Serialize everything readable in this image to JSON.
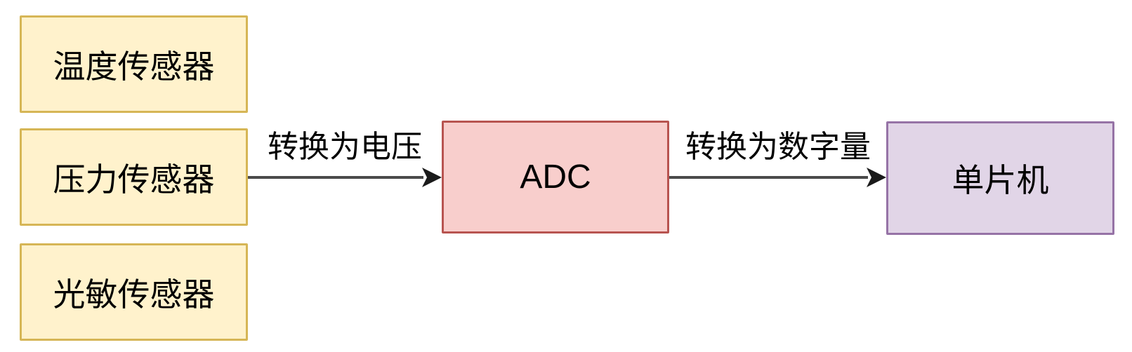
{
  "diagram": {
    "sensors": [
      {
        "label": "温度传感器"
      },
      {
        "label": "压力传感器"
      },
      {
        "label": "光敏传感器"
      }
    ],
    "adc": {
      "label": "ADC"
    },
    "mcu": {
      "label": "单片机"
    },
    "arrows": [
      {
        "label": "转换为电压",
        "from": "压力传感器",
        "to": "ADC"
      },
      {
        "label": "转换为数字量",
        "from": "ADC",
        "to": "单片机"
      }
    ],
    "colors": {
      "sensor_fill": "#FFF2CC",
      "sensor_border": "#D6B656",
      "adc_fill": "#F8CECC",
      "adc_border": "#B85450",
      "mcu_fill": "#E1D5E7",
      "mcu_border": "#9673A6",
      "arrow_line": "#4A4A4A",
      "arrow_head": "#1A1A1A",
      "text": "#000000"
    }
  }
}
